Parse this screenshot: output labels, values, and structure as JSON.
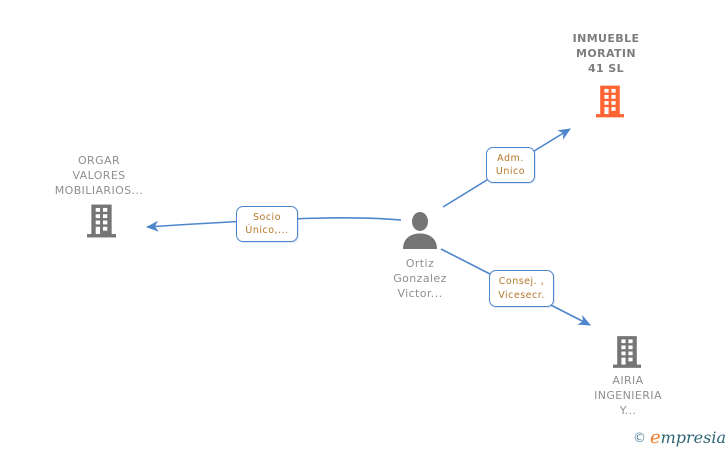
{
  "diagram": {
    "type": "corporate-relationship-graph",
    "colors": {
      "edge_blue": "#4e86cc",
      "role_label_text": "#b5762a",
      "company_text_gray": "#8f8f8f",
      "highlight_company_text": "#7d7d7d",
      "highlight_building_orange": "#ff6433",
      "entity_gray": "#757575",
      "logo_e_orange": "#ee7d2e",
      "logo_text_teal": "#2e6575",
      "copyright_blue": "#5d87a0"
    },
    "person": {
      "line1": "Ortiz",
      "line2": "Gonzalez",
      "line3": "Victor..."
    },
    "companies": {
      "inmueble": {
        "line1": "INMUEBLE",
        "line2": "MORATIN",
        "line3": "41 SL"
      },
      "orgar": {
        "line1": "ORGAR",
        "line2": "VALORES",
        "line3": "MOBILIARIOS..."
      },
      "airia": {
        "line1": "AIRIA",
        "line2": "INGENIERIA",
        "line3": "Y..."
      }
    },
    "roles": {
      "adm": {
        "line1": "Adm.",
        "line2": "Unico"
      },
      "socio": {
        "line1": "Socio",
        "line2": "Único,..."
      },
      "consej": {
        "line1": "Consej. ,",
        "line2": "Vicesecr."
      }
    },
    "watermark": {
      "copyright": "©",
      "brand_first": "e",
      "brand_rest": "mpresia"
    }
  }
}
